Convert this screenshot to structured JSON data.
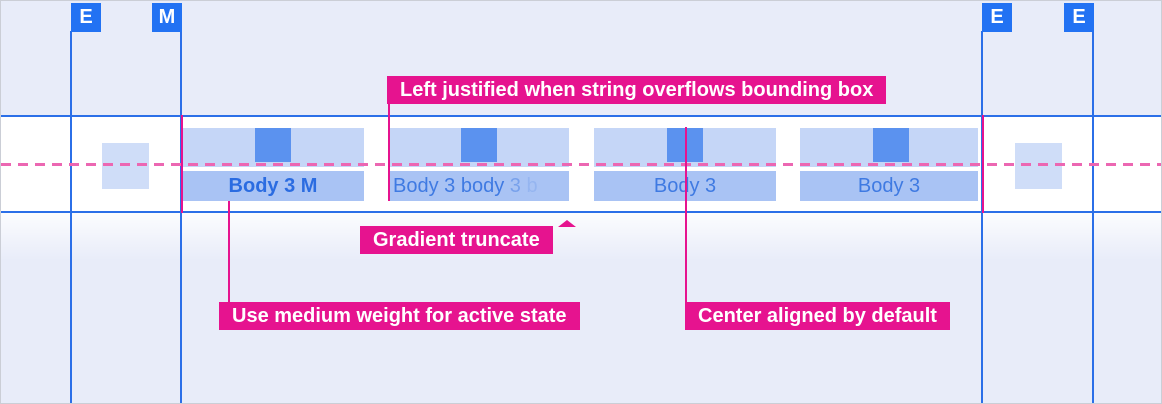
{
  "margin_chips": [
    {
      "label": "E"
    },
    {
      "label": "M"
    },
    {
      "label": "E"
    },
    {
      "label": "E"
    }
  ],
  "tabbar": {
    "tabs": [
      {
        "label": "Body 3 M",
        "state": "active"
      },
      {
        "label": "Body 3 body 3 b",
        "state": "gradient-truncated",
        "label_parts": [
          "Body 3 body ",
          "3 ",
          "b"
        ]
      },
      {
        "label": "Body 3",
        "state": "default"
      },
      {
        "label": "Body 3",
        "state": "default"
      }
    ]
  },
  "annotations": {
    "left_justified": "Left justified when string overflows bounding box",
    "gradient_truncate": "Gradient truncate",
    "medium_weight": "Use medium weight for active state",
    "center_aligned": "Center aligned by default"
  },
  "colors": {
    "background": "#e8ecf9",
    "guide_blue": "#2b6fe8",
    "chip_blue": "#2272f3",
    "annotation_magenta": "#e6138f",
    "dashed_pink": "#ec67b2",
    "tab_icon_area": "#c5d6f7",
    "tab_label_area": "#a9c3f4",
    "icon_placeholder_blue": "#5b92ef",
    "active_text": "#2b6ce1",
    "inactive_text": "#3f7ae2"
  }
}
